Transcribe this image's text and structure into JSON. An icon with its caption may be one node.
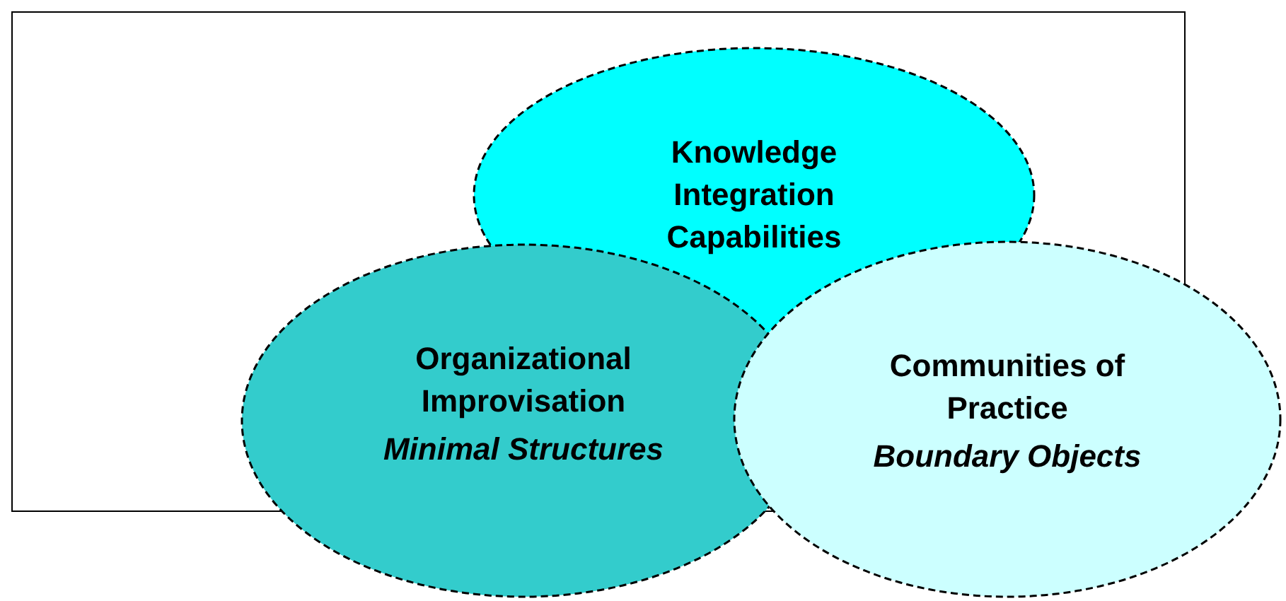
{
  "diagram": {
    "nodes": [
      {
        "text": [],
        "shape": "box"
      },
      {
        "text": [
          "Knowledge Integration Capabilities"
        ],
        "in": 0
      },
      {
        "text": [
          "Organizational Improvisation",
          "Minimal Structures"
        ]
      },
      {
        "text": [
          "Communities of Practice",
          "Boundary Objects"
        ]
      }
    ]
  }
}
